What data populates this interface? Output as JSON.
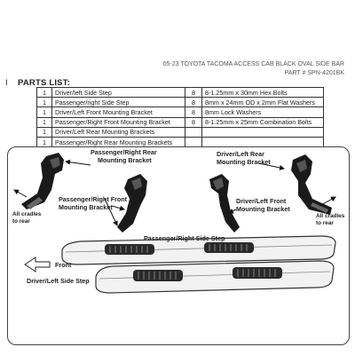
{
  "header": {
    "title": "05-23 TOYOTA TACOMA ACCESS CAB BLACK OVAL SIDE BAR",
    "part_number": "PART # SPN-4201BK"
  },
  "parts_list": {
    "title": "PARTS LIST:",
    "marker": "I",
    "rows": [
      {
        "qty": "1",
        "desc": "Driver/left Side Step",
        "qty2": "8",
        "desc2": "8-1.25mm x 30mm Hex Bolts"
      },
      {
        "qty": "1",
        "desc": "Passenger/right Side Step",
        "qty2": "8",
        "desc2": "8mm x 24mm OD x 2mm Flat Washers"
      },
      {
        "qty": "1",
        "desc": "Driver/Left Front Mounting Bracket",
        "qty2": "8",
        "desc2": "8mm Lock Washers"
      },
      {
        "qty": "1",
        "desc": "Passenger/Right Front Mounting Bracket",
        "qty2": "8",
        "desc2": "8-1.25mm x 25mm Combination Bolts"
      },
      {
        "qty": "1",
        "desc": "Driver/Left Rear Mounting Brackets",
        "qty2": "",
        "desc2": ""
      },
      {
        "qty": "1",
        "desc": "Passenger/Right Rear Mounting Brackets",
        "qty2": "",
        "desc2": ""
      }
    ]
  },
  "diagram": {
    "pass_rear_bracket": [
      "Passenger/Right Rear",
      "Mounting Bracket"
    ],
    "driver_rear_bracket": [
      "Driver/Left Rear",
      "Mounting Bracket"
    ],
    "pass_front_bracket": [
      "Passenger/Right Front",
      "Mounting Bracket"
    ],
    "driver_front_bracket": [
      "Driver/Left Front",
      "Mounting Bracket"
    ],
    "cradles_left": [
      "All cradles",
      "to rear"
    ],
    "cradles_right": [
      "All cradles",
      "to rear"
    ],
    "passenger_step": "Passenger/Right Side Step",
    "driver_step": "Driver/Left Side Step",
    "front": "Front"
  }
}
